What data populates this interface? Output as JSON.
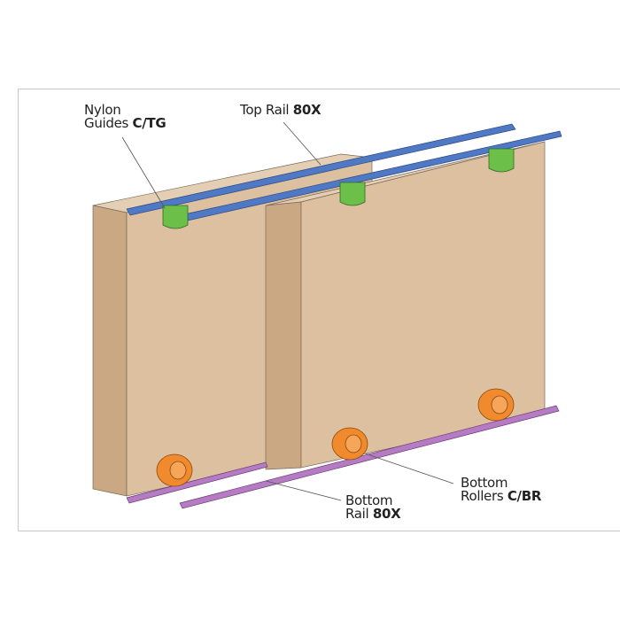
{
  "labels": {
    "nylon_guides": {
      "line1": "Nylon",
      "line2": "Guides",
      "code": "C/TG"
    },
    "top_rail": {
      "text": "Top Rail",
      "code": "80X"
    },
    "bottom_rail": {
      "line1": "Bottom",
      "line2": "Rail",
      "code": "80X"
    },
    "bottom_rollers": {
      "line1": "Bottom",
      "line2": "Rollers",
      "code": "C/BR"
    }
  },
  "colors": {
    "door_face": "#dcc09f",
    "door_side": "#c9a883",
    "door_top": "#e4cfb4",
    "top_rail": "#4f79c4",
    "guide": "#6cc04a",
    "roller": "#f08a2c",
    "bottom_rail": "#b57cc4"
  }
}
